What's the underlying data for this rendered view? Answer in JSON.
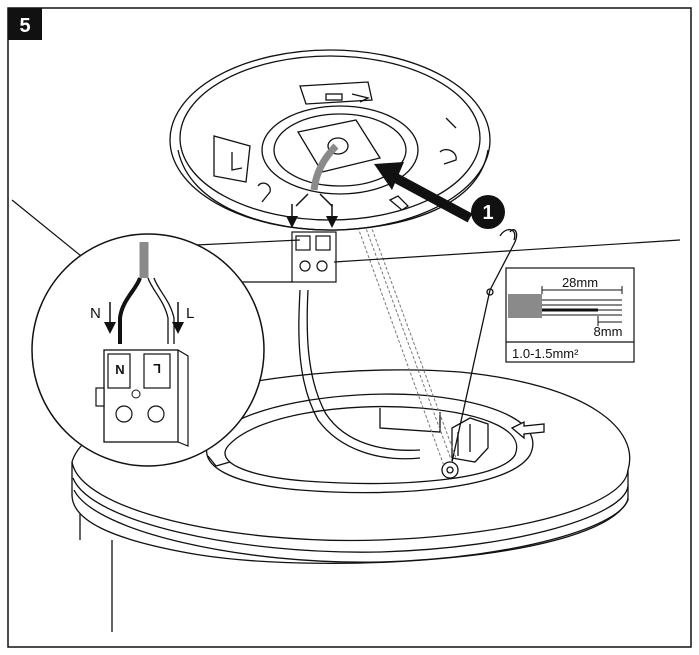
{
  "step_number": "5",
  "callout_number": "1",
  "wire_labels": {
    "neutral": "N",
    "live": "L"
  },
  "terminal_labels": {
    "neutral": "N",
    "live": "L"
  },
  "wire_spec": {
    "strip_length": "28mm",
    "conductor_strip": "8mm",
    "cross_section": "1.0-1.5mm²"
  },
  "colors": {
    "line": "#111111",
    "step_badge": "#111111",
    "wire_gray": "#8a8a8a",
    "background": "#ffffff"
  }
}
